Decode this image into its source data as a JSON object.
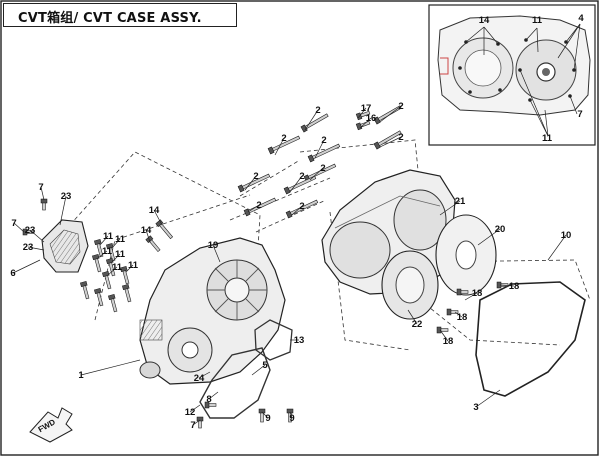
{
  "title": "CVT箱组/ CVT CASE ASSY.",
  "direction_label": "FWD",
  "callouts": [
    "1",
    "2",
    "3",
    "4",
    "5",
    "6",
    "7",
    "8",
    "9",
    "10",
    "11",
    "12",
    "13",
    "14",
    "16",
    "17",
    "18",
    "19",
    "20",
    "21",
    "22",
    "23",
    "24"
  ]
}
